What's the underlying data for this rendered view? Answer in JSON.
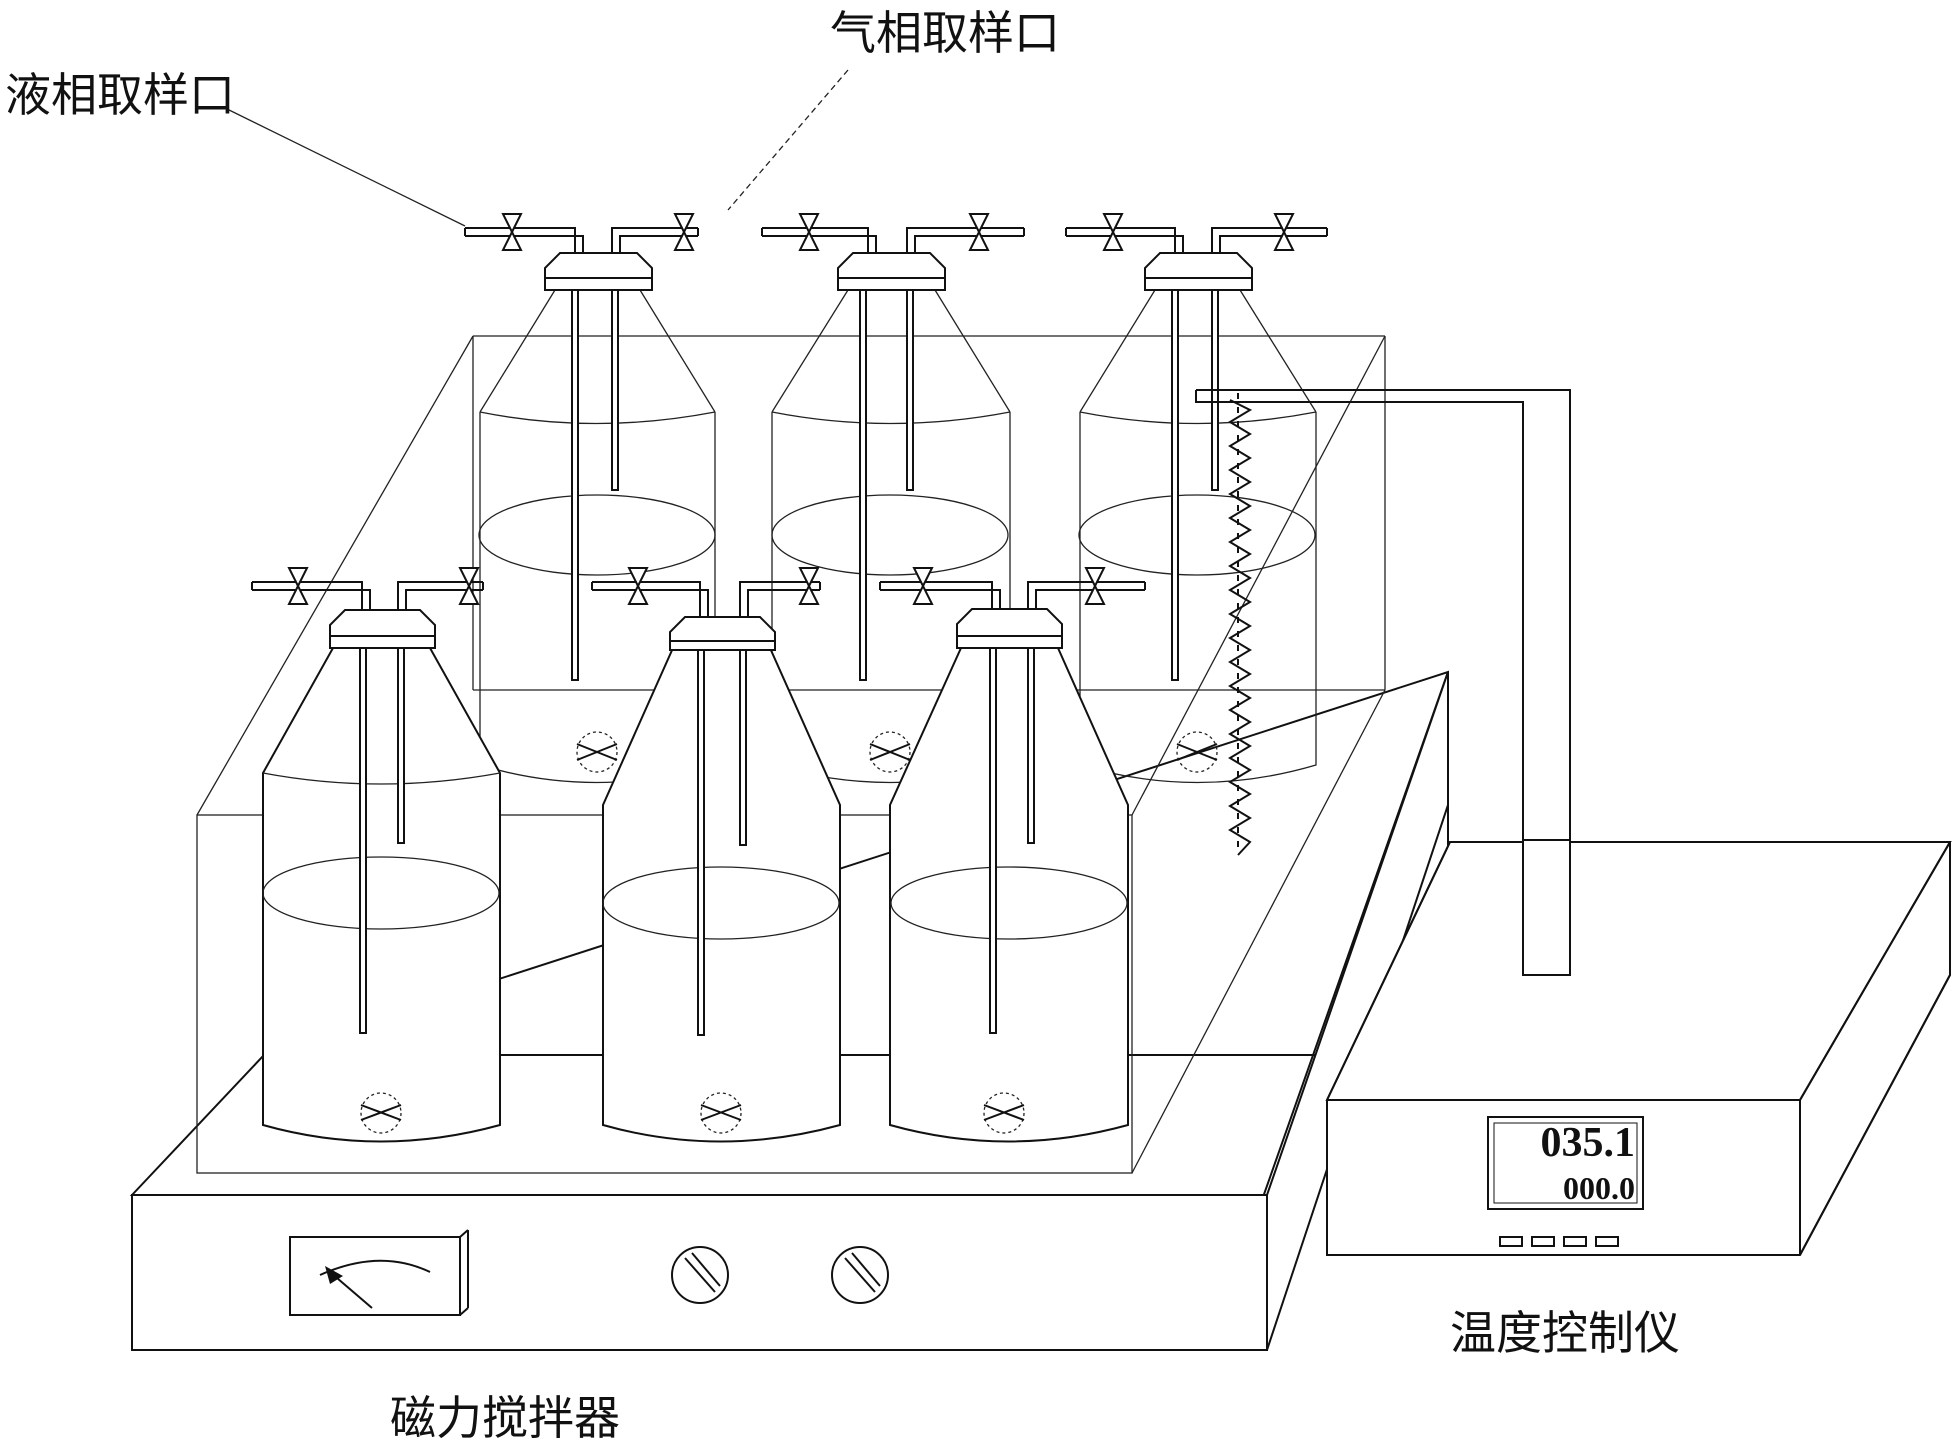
{
  "labels": {
    "liquid_port": "液相取样口",
    "gas_port": "气相取样口",
    "stirrer": "磁力搅拌器",
    "temp_controller": "温度控制仪"
  },
  "controller_display": {
    "reading_top": "035.1",
    "reading_bottom": "000.0"
  }
}
